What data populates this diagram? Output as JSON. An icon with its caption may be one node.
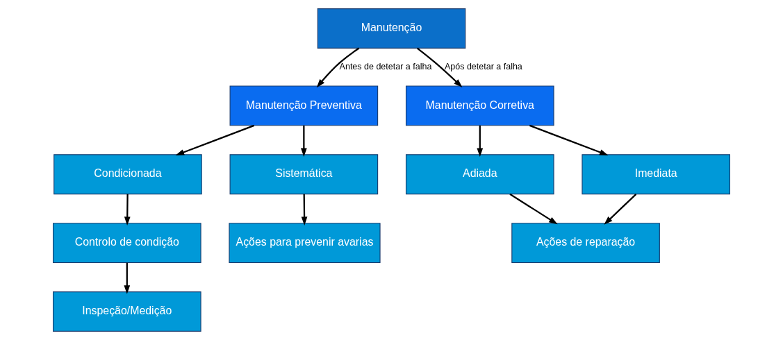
{
  "diagram": {
    "nodes": [
      {
        "text": [
          "Manutenção"
        ]
      },
      {
        "text": [
          "Manutenção Preventiva"
        ]
      },
      {
        "text": [
          "Manutenção Corretiva"
        ]
      },
      {
        "text": [
          "Condicionada"
        ]
      },
      {
        "text": [
          "Sistemática"
        ]
      },
      {
        "text": [
          "Adiada"
        ]
      },
      {
        "text": [
          "Imediata"
        ]
      },
      {
        "text": [
          "Controlo de condição"
        ]
      },
      {
        "text": [
          "Ações para prevenir avarias"
        ]
      },
      {
        "text": [
          "Ações de reparação"
        ]
      },
      {
        "text": [
          "Inspeção/Medição"
        ]
      }
    ],
    "edges": [
      {
        "from": 0,
        "to": 1,
        "arrow": "to",
        "label": "Antes de detetar a falha"
      },
      {
        "from": 0,
        "to": 2,
        "arrow": "to",
        "label": "Após detetar a falha"
      },
      {
        "from": 1,
        "to": 3,
        "arrow": "to"
      },
      {
        "from": 1,
        "to": 4,
        "arrow": "to"
      },
      {
        "from": 2,
        "to": 5,
        "arrow": "to"
      },
      {
        "from": 2,
        "to": 6,
        "arrow": "to"
      },
      {
        "from": 3,
        "to": 7,
        "arrow": "to"
      },
      {
        "from": 4,
        "to": 8,
        "arrow": "to"
      },
      {
        "from": 5,
        "to": 9,
        "arrow": "to"
      },
      {
        "from": 6,
        "to": 9,
        "arrow": "to"
      },
      {
        "from": 7,
        "to": 10,
        "arrow": "to"
      }
    ]
  }
}
